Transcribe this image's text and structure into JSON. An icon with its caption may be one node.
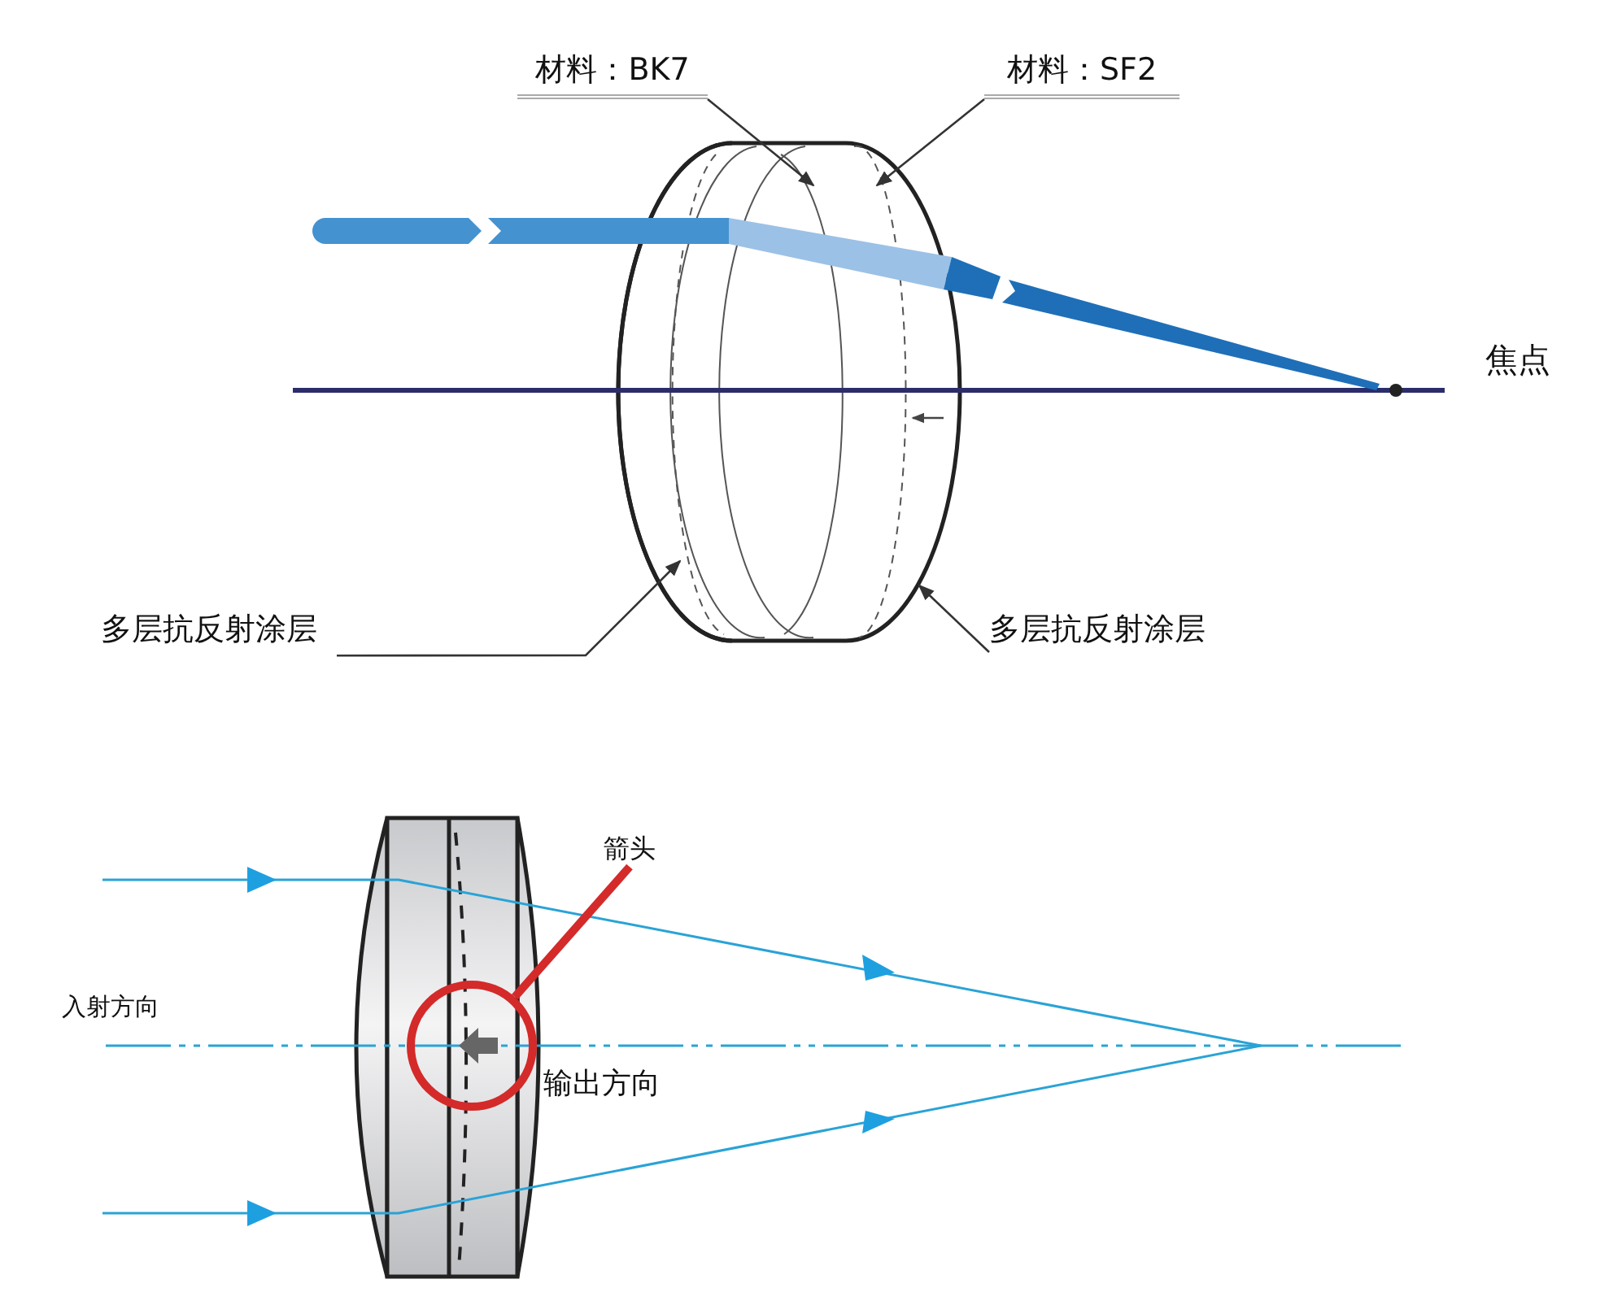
{
  "diagram": {
    "nodes": [
      {
        "text": [
          "材料：BK7"
        ]
      },
      {
        "text": [
          "材料：SF2"
        ]
      },
      {
        "text": [
          "多层抗反射涂层"
        ]
      },
      {
        "text": [
          "多层抗反射涂层"
        ]
      },
      {
        "text": [
          "箭头"
        ]
      },
      {
        "text": [],
        "shape": "circle"
      }
    ],
    "edges": [
      {
        "from": 0,
        "to": null,
        "arrow": "to"
      },
      {
        "from": 1,
        "to": null,
        "arrow": "to"
      },
      {
        "from": 2,
        "to": null,
        "arrow": "to"
      },
      {
        "from": 3,
        "to": null,
        "arrow": "to"
      },
      {
        "from": 4,
        "to": 5,
        "arrow": "none",
        "style": "thick",
        "color": "#d42a2a"
      }
    ],
    "labels": [
      "焦点",
      "入射方向",
      "输出方向"
    ]
  }
}
